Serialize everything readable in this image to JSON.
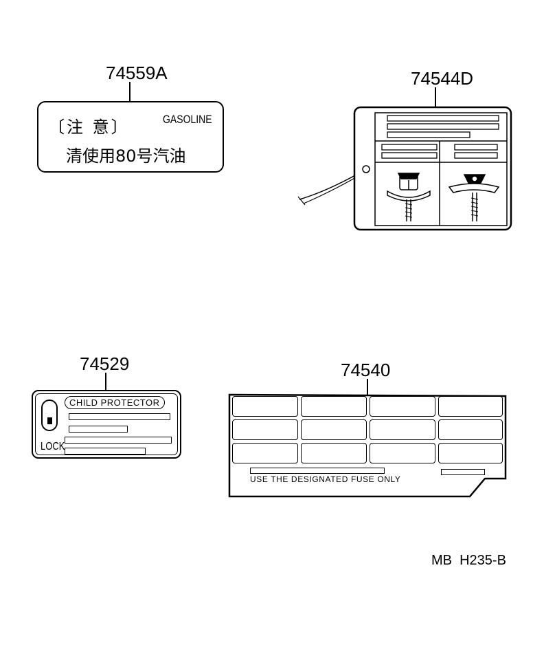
{
  "parts": {
    "gasoline_label": {
      "part_no": "74559A",
      "line1": "〔注 意〕",
      "fuel": "GASOLINE",
      "line2": "清使用80号汽油"
    },
    "jack_label": {
      "part_no": "74544D"
    },
    "child_protector_label": {
      "part_no": "74529",
      "title": "CHILD PROTECTOR",
      "lock": "LOCK"
    },
    "fuse_label": {
      "part_no": "74540",
      "note": "USE THE DESIGNATED FUSE ONLY"
    }
  },
  "figure_code": "MB  H235-B"
}
